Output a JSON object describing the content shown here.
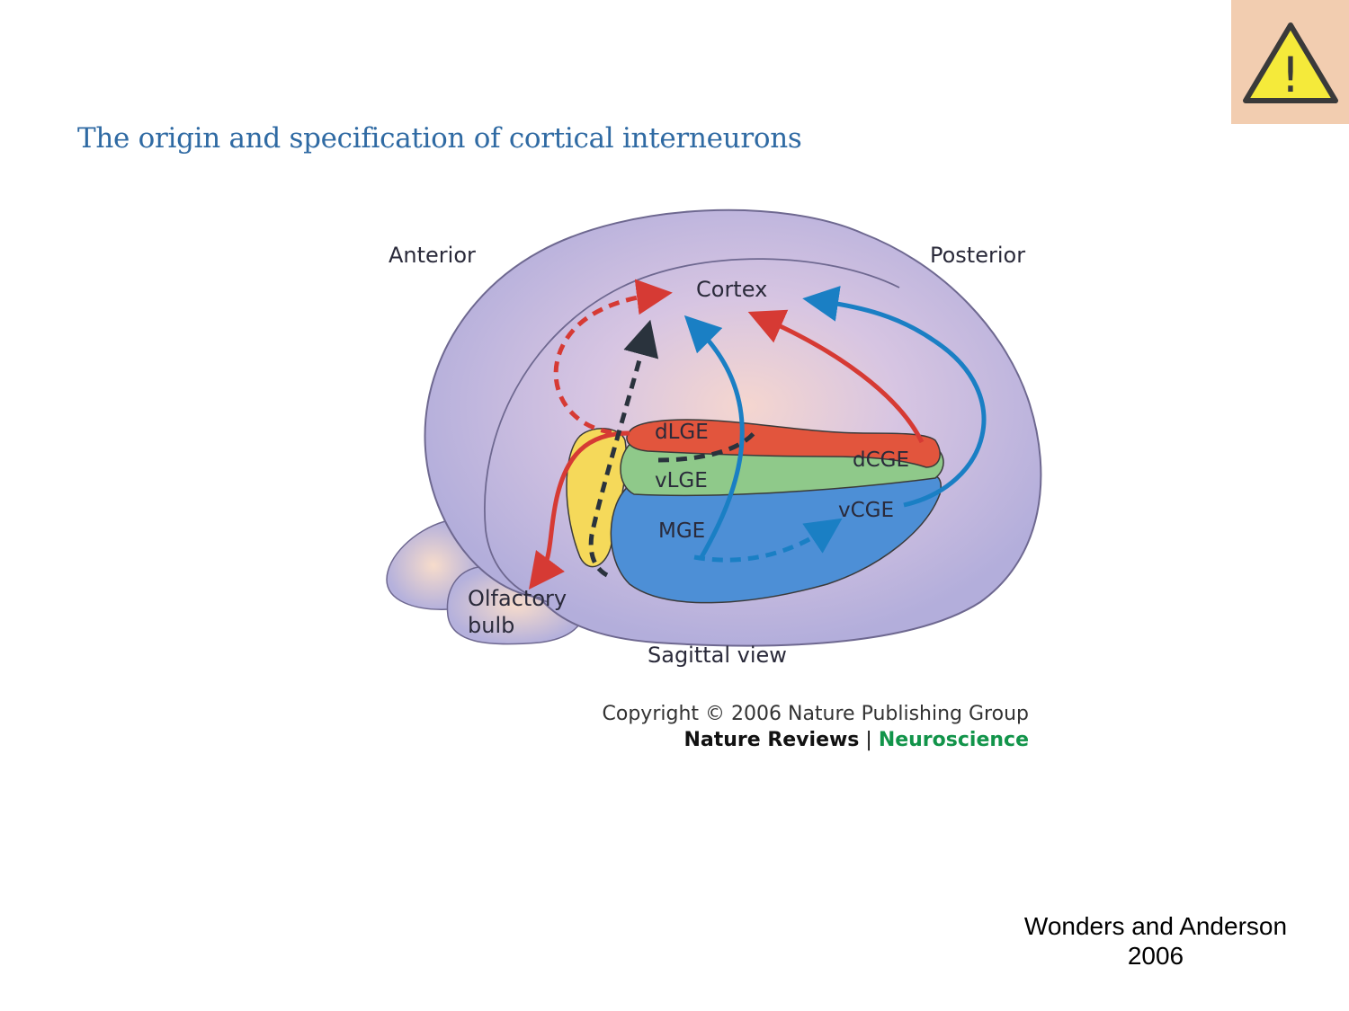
{
  "slide": {
    "title": "The origin and specification of cortical interneurons",
    "citation_line1": "Wonders and Anderson",
    "citation_line2": "2006"
  },
  "warning": {
    "icon": "warning-triangle-icon",
    "mark": "!",
    "background": "#f2cdb0",
    "fill": "#f5ea3a"
  },
  "diagram": {
    "labels": {
      "anterior": "Anterior",
      "posterior": "Posterior",
      "cortex": "Cortex",
      "dlge": "dLGE",
      "vlge": "vLGE",
      "mge": "MGE",
      "dcge": "dCGE",
      "vcge": "vCGE",
      "olfactory": "Olfactory",
      "bulb": "bulb",
      "view": "Sagittal view"
    },
    "colors": {
      "brain": "#b5b1dc",
      "dlge": "#e2553d",
      "vlge": "#8fc98a",
      "mge": "#4d8fd6",
      "rms": "#f5d95a",
      "red_path": "#d63a34",
      "blue_path": "#1a7fc4",
      "black_path": "#2a333d"
    }
  },
  "copyright": {
    "line": "Copyright © 2006 Nature Publishing Group",
    "journal": "Nature Reviews",
    "separator": " | ",
    "subjournal": "Neuroscience"
  }
}
